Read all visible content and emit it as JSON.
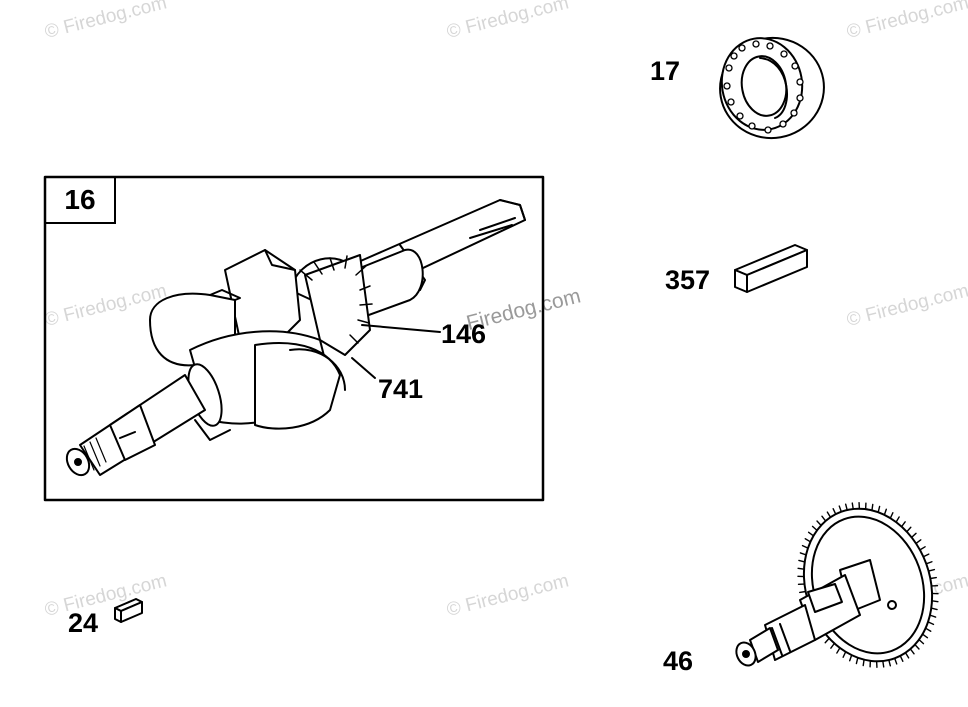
{
  "watermark": "© Firedog.com",
  "watermark_center": "Firedog.com",
  "parts": {
    "crankshaft_assembly": "16",
    "bearing": "17",
    "key_large": "357",
    "key_small": "24",
    "camshaft": "46",
    "gear_ref_a": "146",
    "gear_ref_b": "741"
  },
  "colors": {
    "line": "#000000",
    "watermark": "#d6d6d6",
    "background": "#ffffff"
  }
}
